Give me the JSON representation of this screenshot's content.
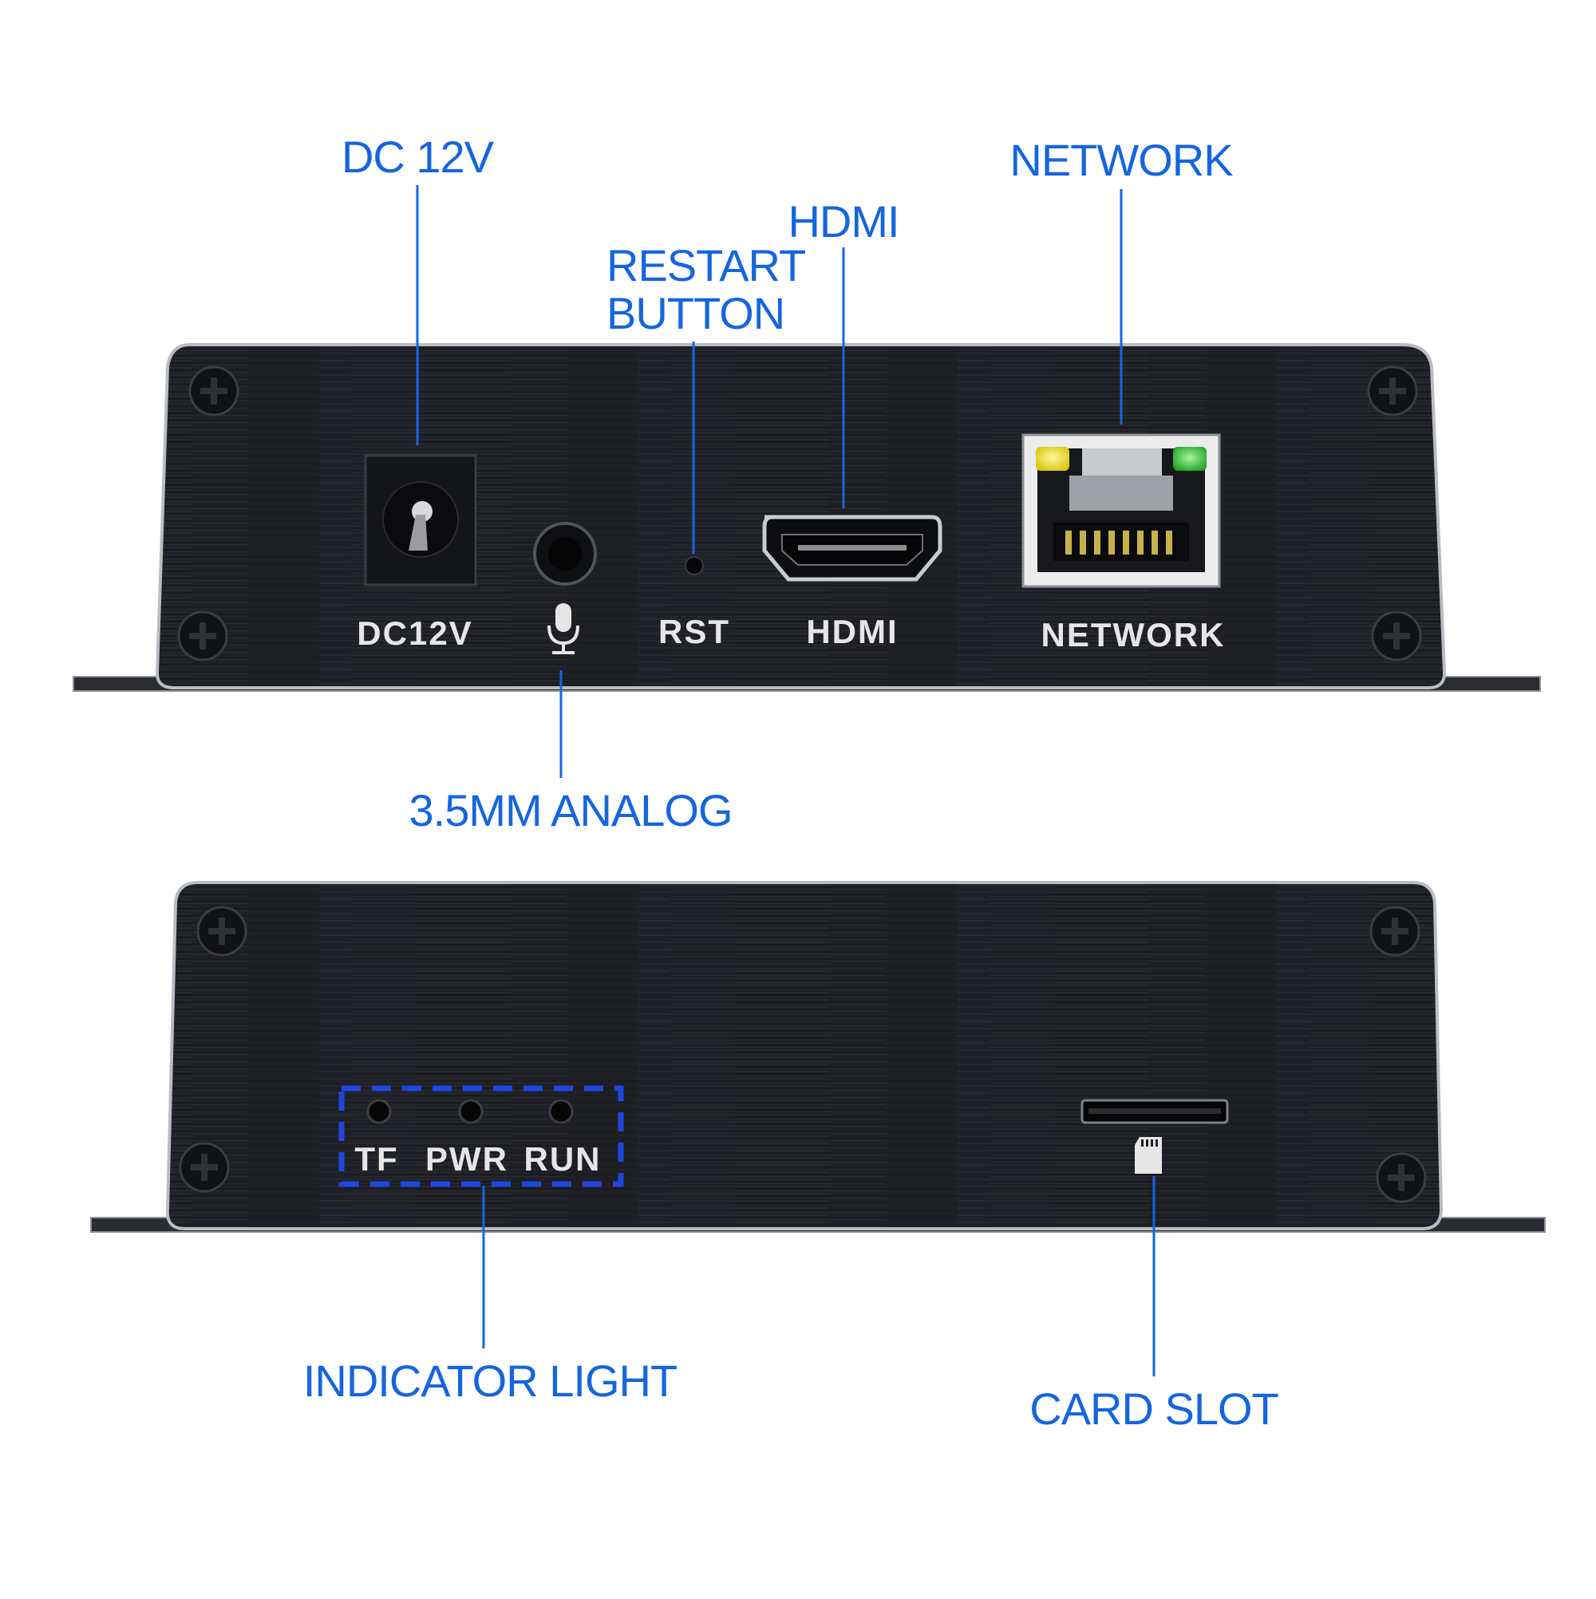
{
  "colors": {
    "callout": "#1565e0",
    "panel": "#1d1f24",
    "panel_edge": "#b9bcc2",
    "panel_label": "#e6e6e6",
    "dash_box": "#1f46e0",
    "led_yellow": "#e7dc1a",
    "led_green": "#2ec02e"
  },
  "callouts": {
    "dc12v": "DC 12V",
    "restart_line1": "RESTART",
    "restart_line2": "BUTTON",
    "hdmi": "HDMI",
    "network": "NETWORK",
    "analog": "3.5MM ANALOG",
    "indicator": "INDICATOR LIGHT",
    "card_slot": "CARD SLOT"
  },
  "front_panel": {
    "labels": {
      "dc": "DC12V",
      "rst": "RST",
      "hdmi": "HDMI",
      "network": "NETWORK"
    },
    "icons": {
      "mic": "microphone-icon",
      "sd_card": "sd-card-icon"
    }
  },
  "back_panel": {
    "leds": [
      "TF",
      "PWR",
      "RUN"
    ]
  }
}
